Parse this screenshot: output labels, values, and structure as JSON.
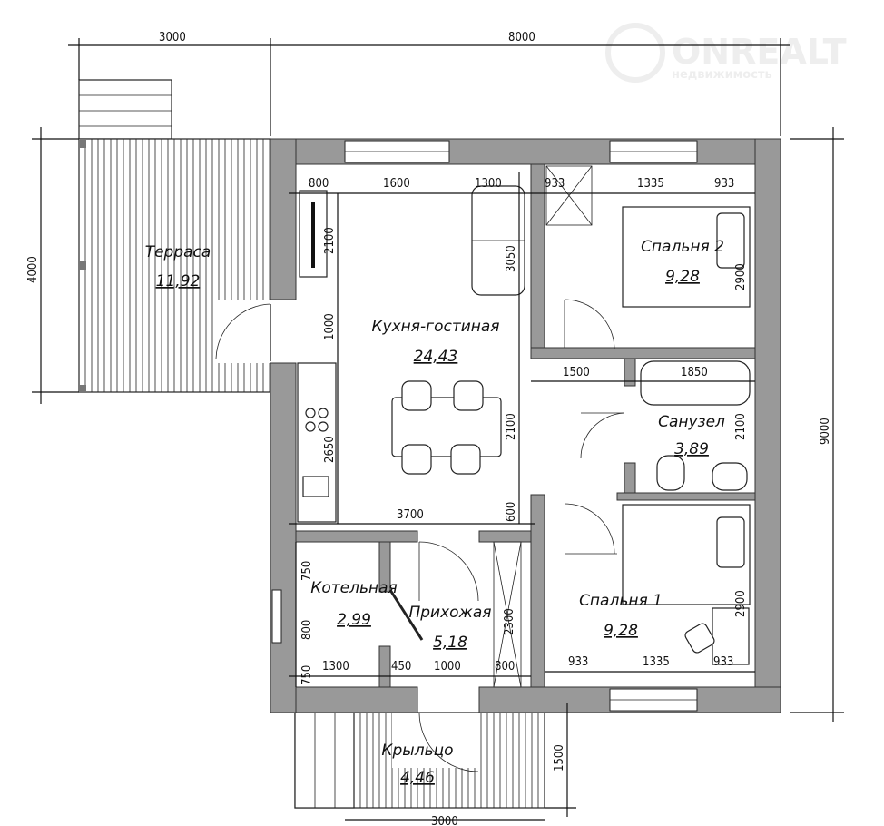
{
  "watermark": {
    "brand": "ONREALT",
    "tagline": "недвижимость"
  },
  "outer_dims": {
    "top_left": "3000",
    "top_right": "8000",
    "left": "4000",
    "right": "9000",
    "bottom": "3000",
    "porch_depth": "1500"
  },
  "rooms": {
    "terrace": {
      "name": "Терраса",
      "area": "11,92"
    },
    "kitchen": {
      "name": "Кухня-гостиная",
      "area": "24,43"
    },
    "bedroom2": {
      "name": "Спальня 2",
      "area": "9,28"
    },
    "bathroom": {
      "name": "Санузел",
      "area": "3,89"
    },
    "bedroom1": {
      "name": "Спальня 1",
      "area": "9,28"
    },
    "boiler": {
      "name": "Котельная",
      "area": "2,99"
    },
    "hall": {
      "name": "Прихожая",
      "area": "5,18"
    },
    "porch": {
      "name": "Крыльцо",
      "area": "4,46"
    }
  },
  "dims": [
    "800",
    "1600",
    "1300",
    "933",
    "1335",
    "933",
    "2100",
    "1000",
    "2650",
    "3050",
    "2100",
    "2900",
    "1500",
    "1850",
    "2100",
    "3700",
    "600",
    "750",
    "800",
    "750",
    "1300",
    "450",
    "1000",
    "800",
    "2300",
    "933",
    "1335",
    "933",
    "2900"
  ]
}
